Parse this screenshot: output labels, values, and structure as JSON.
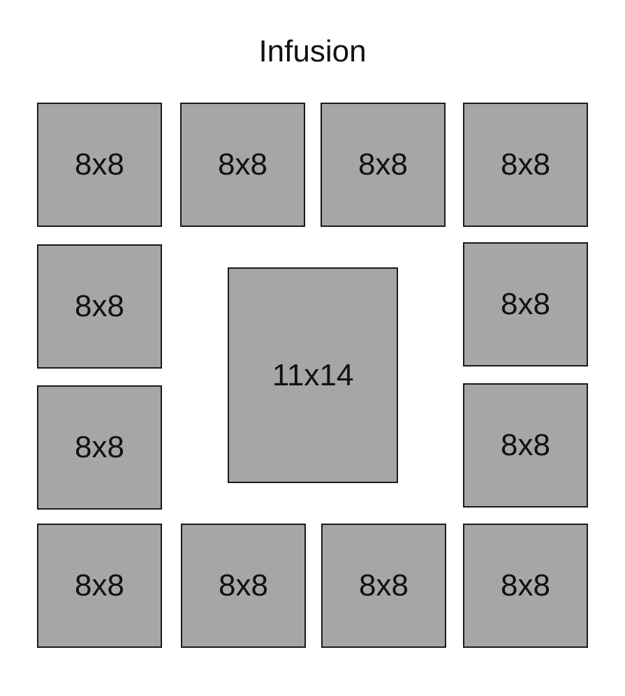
{
  "title": "Infusion",
  "fill_color": "#a6a6a6",
  "frames": [
    {
      "label": "8x8"
    },
    {
      "label": "8x8"
    },
    {
      "label": "8x8"
    },
    {
      "label": "8x8"
    },
    {
      "label": "8x8"
    },
    {
      "label": "8x8"
    },
    {
      "label": "8x8"
    },
    {
      "label": "8x8"
    },
    {
      "label": "8x8"
    },
    {
      "label": "8x8"
    },
    {
      "label": "8x8"
    },
    {
      "label": "8x8"
    },
    {
      "label": "11x14"
    }
  ]
}
